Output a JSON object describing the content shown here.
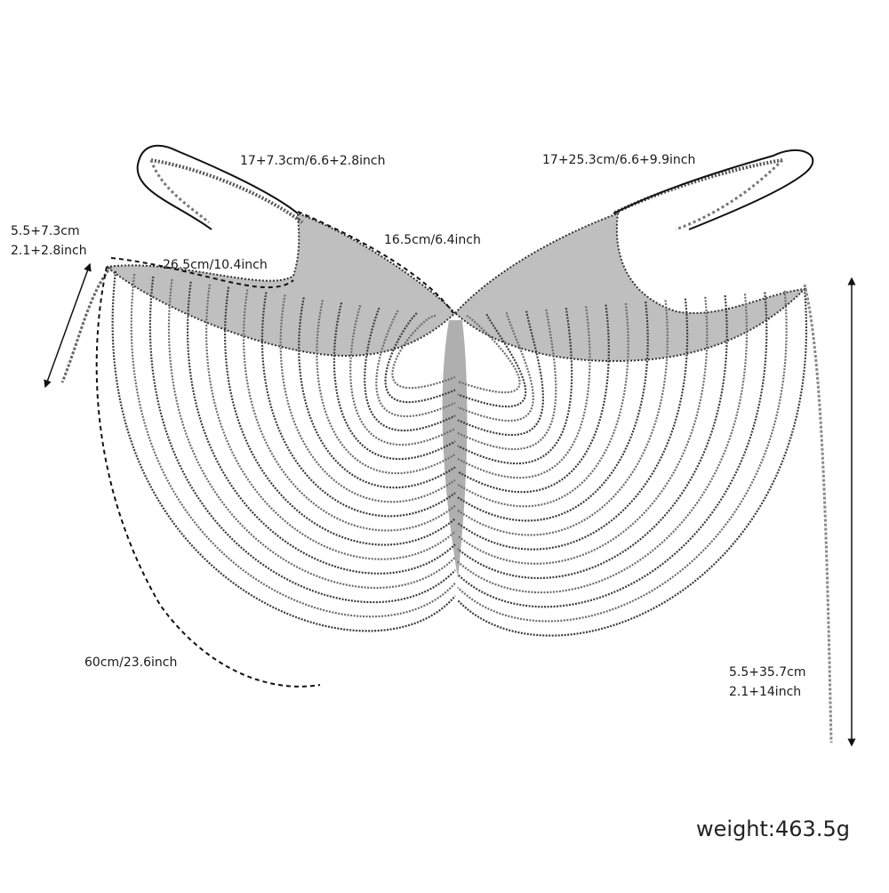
{
  "product": {
    "measurements": {
      "left_strap": "17+7.3cm/6.6+2.8inch",
      "right_strap": "17+25.3cm/6.6+9.9inch",
      "cup_inner": "16.5cm/6.4inch",
      "cup_top": "26.5cm/10.4inch",
      "left_extension_cm": "5.5+7.3cm",
      "left_extension_inch": "2.1+2.8inch",
      "drape_length": "60cm/23.6inch",
      "right_extension_cm": "5.5+35.7cm",
      "right_extension_inch": "2.1+14inch"
    },
    "weight": "weight:463.5g"
  },
  "colors": {
    "chain": "#6b6b6b",
    "chain_dark": "#3a3a3a",
    "guide_line": "#111111",
    "background": "#ffffff"
  }
}
